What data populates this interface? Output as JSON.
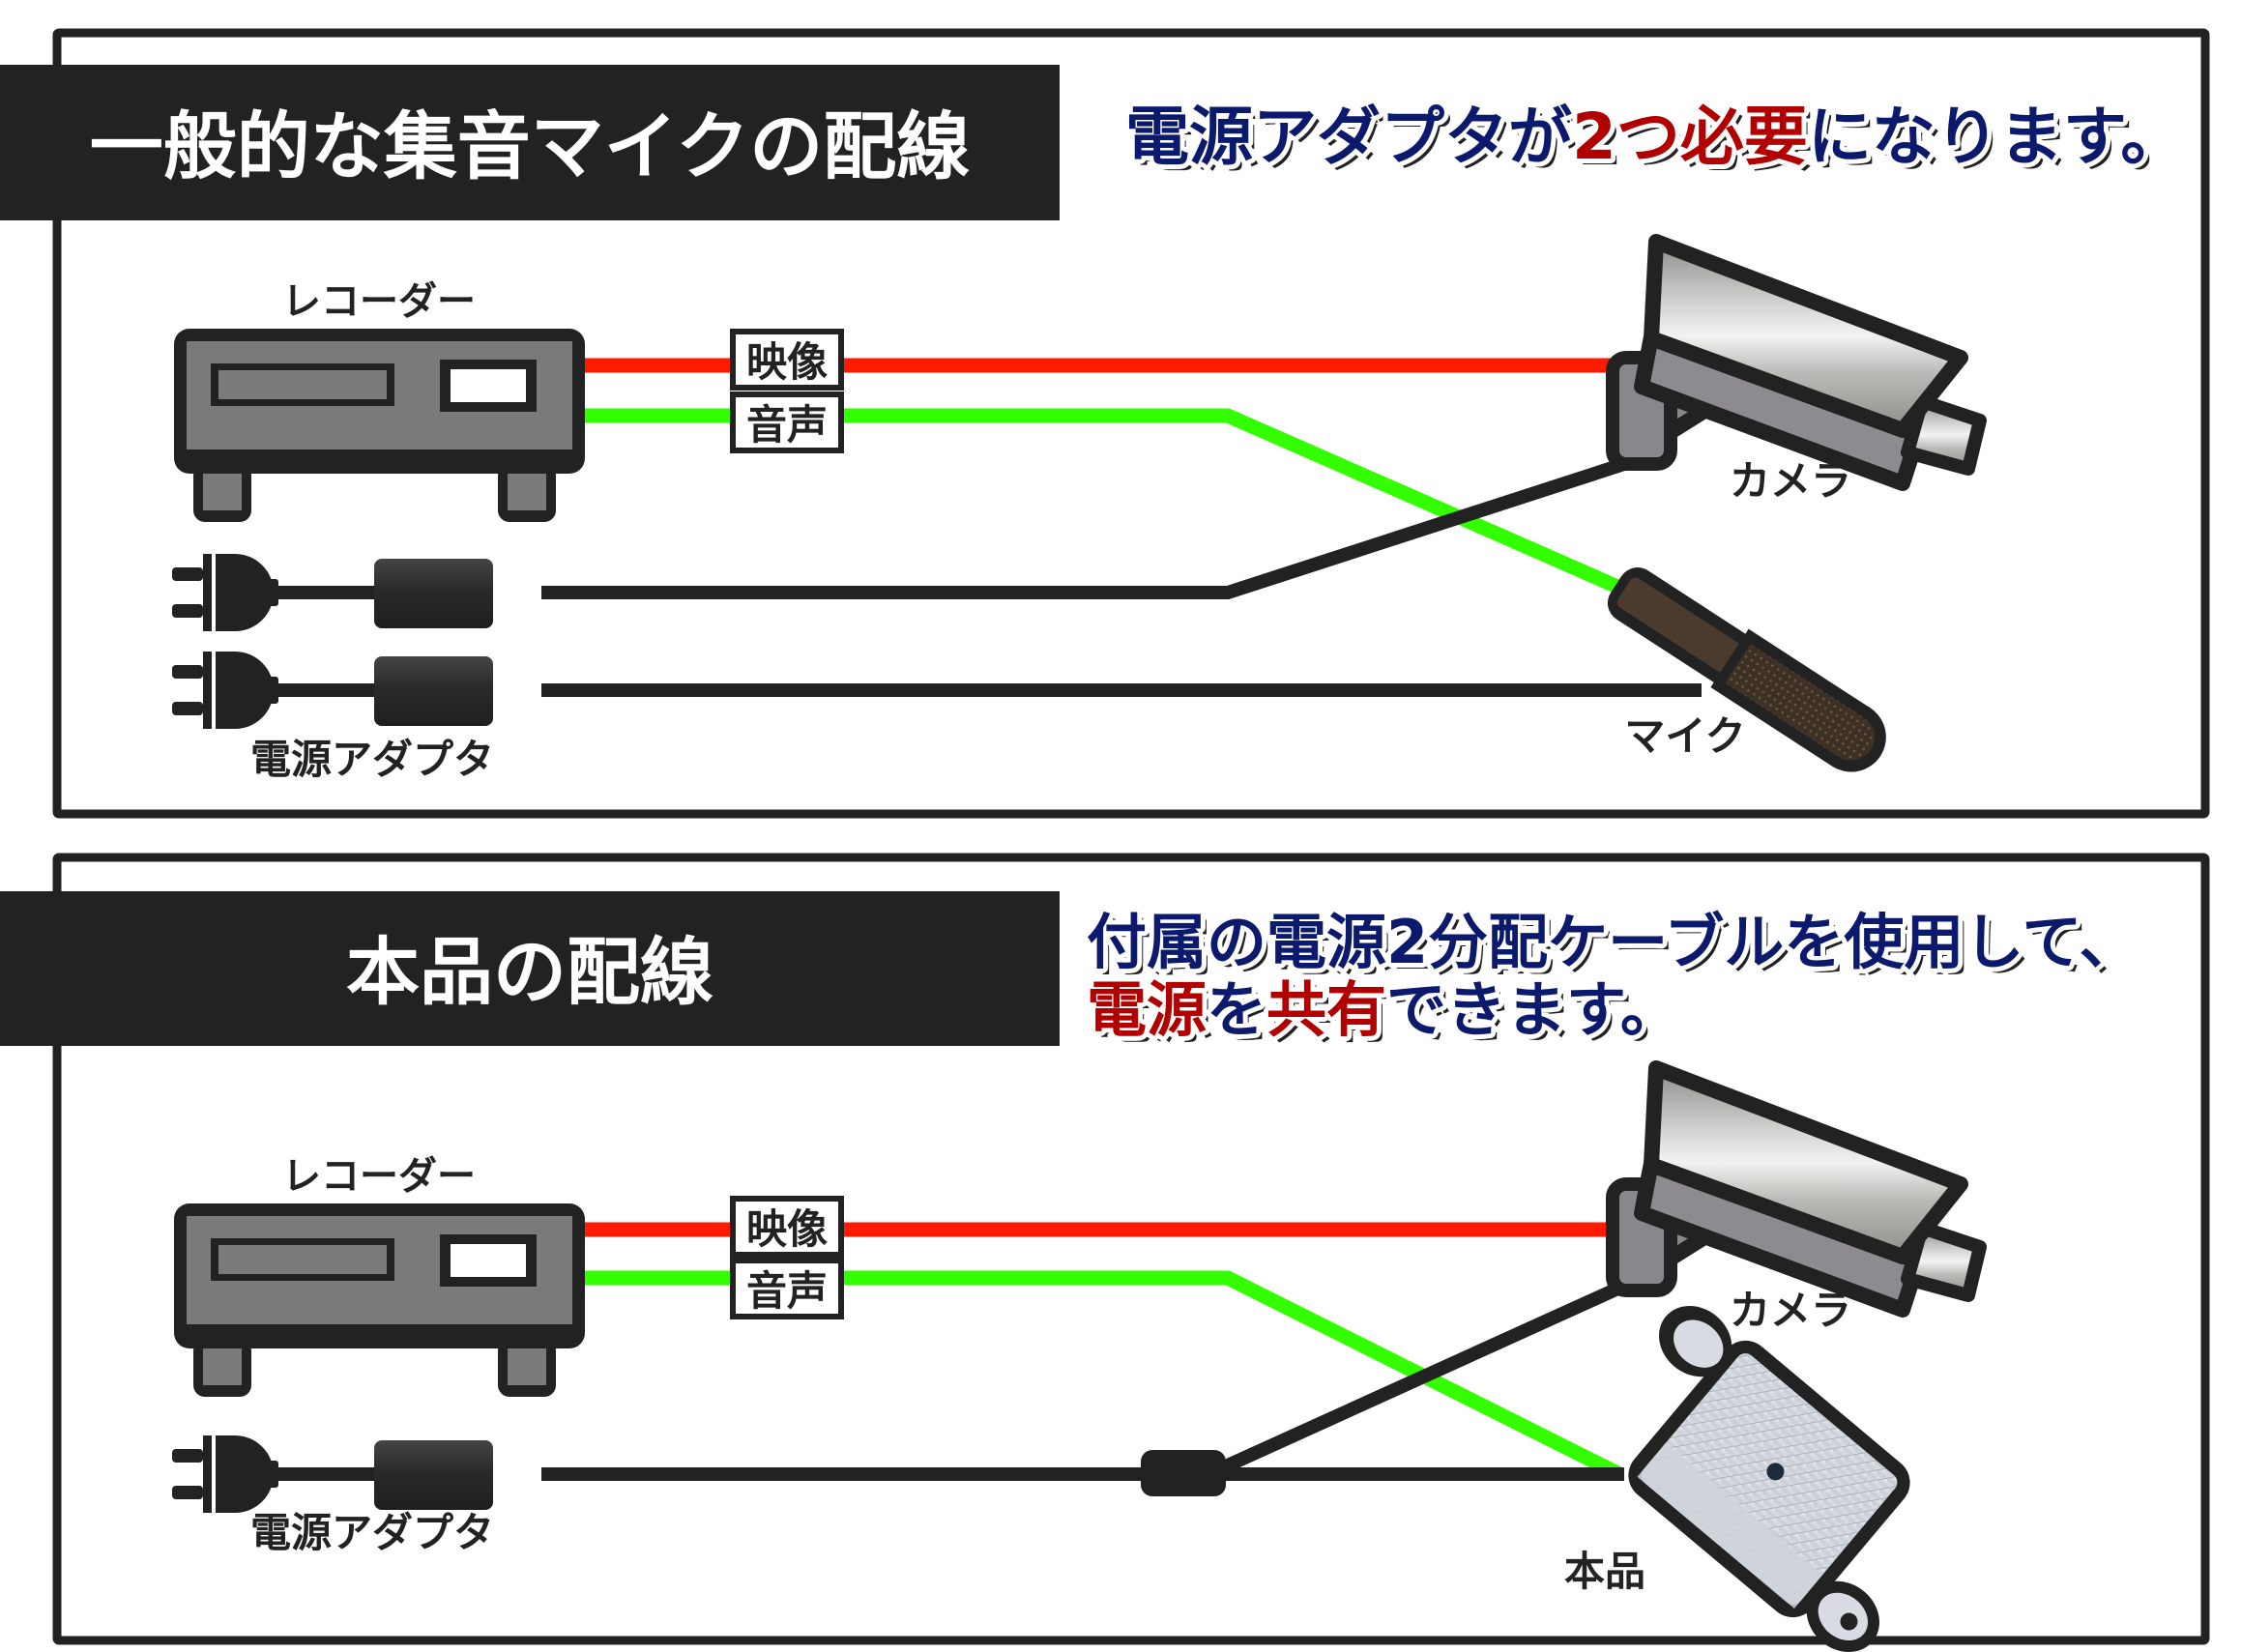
{
  "colors": {
    "frame": "#222222",
    "title_bar": "#222222",
    "video_cable": "#ff1a00",
    "audio_cable": "#33ff00",
    "power_cable": "#222222",
    "caption_blue": "#0c1a6e",
    "caption_red": "#b20000",
    "device_gray": "#7a7a7a"
  },
  "panels": [
    {
      "id": "conventional",
      "title": "一般的な集音マイクの配線",
      "caption_lines": [
        [
          {
            "text": "電源アダプタが",
            "color": "blue"
          },
          {
            "text": "2つ必要",
            "color": "red"
          },
          {
            "text": "になります。",
            "color": "blue"
          }
        ]
      ],
      "labels": {
        "recorder": "レコーダー",
        "video": "映像",
        "audio": "音声",
        "camera": "カメラ",
        "mic": "マイク",
        "adapter": "電源アダプタ"
      },
      "adapter_count": 2
    },
    {
      "id": "this-product",
      "title": "本品の配線",
      "caption_lines": [
        [
          {
            "text": "付属の電源2分配ケーブルを使用して、",
            "color": "blue"
          }
        ],
        [
          {
            "text": "電源",
            "color": "red"
          },
          {
            "text": "を",
            "color": "blue"
          },
          {
            "text": "共有",
            "color": "red"
          },
          {
            "text": "できます。",
            "color": "blue"
          }
        ]
      ],
      "labels": {
        "recorder": "レコーダー",
        "video": "映像",
        "audio": "音声",
        "camera": "カメラ",
        "product": "本品",
        "adapter": "電源アダプタ"
      },
      "adapter_count": 1
    }
  ]
}
